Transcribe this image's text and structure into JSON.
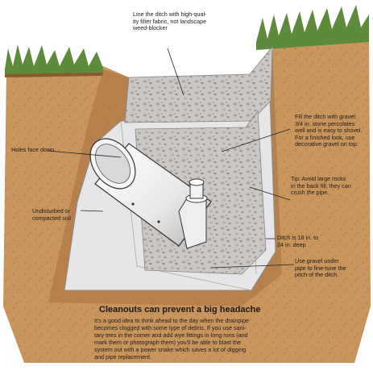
{
  "callouts": {
    "fabric": [
      "Line the ditch with high-qual-",
      "ity filter fabric, not landscape",
      "weed-blocker"
    ],
    "gravel": [
      "Fill the ditch with gravel:",
      "3/4 in. stone percolates",
      "well and is easy to shovel.",
      "For a finished look, use",
      "decorative gravel on top."
    ],
    "holes": [
      "Holes face down."
    ],
    "tip": [
      "Tip: Avoid large rocks",
      "in the back fill; they can",
      "crush the pipe."
    ],
    "soil": [
      "Undisturbed or",
      "compacted soil"
    ],
    "ditch": [
      "Ditch is 18 in. to",
      "24 in. deep"
    ],
    "under": [
      "Use gravel under",
      "pipe to fine-tune the",
      "pitch of the ditch."
    ]
  },
  "headline": "Cleanouts can prevent a big headache",
  "body_lines": [
    "It's a good idea to think ahead to the day when the drainpipe",
    "becomes clogged with some type of debris. If you use sani-",
    "tary tees in the corner and add wye fittings in long runs (and",
    "mark them or photograph them) you'll be able to blast the",
    "system out with a power snake which saves a lot of digging",
    "and pipe replacement."
  ],
  "colors": {
    "soil": "#c8955d",
    "soil_dark": "#a8713f",
    "grass": "#5e8a3c",
    "gravel": "#c9c5c2",
    "fabric": "#e6e6e8",
    "pipe": "#f4f4f4"
  }
}
